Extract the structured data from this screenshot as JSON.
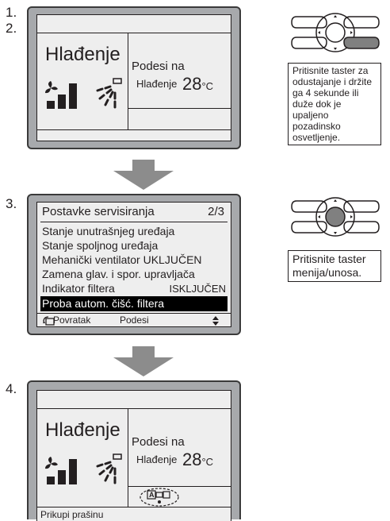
{
  "steps": [
    "1.",
    "2.",
    "3.",
    "4."
  ],
  "panel1": {
    "mode": "Hlađenje",
    "set_label": "Podesi na",
    "set_mode": "Hlađenje",
    "temp": "28",
    "unit": "°C"
  },
  "note1": "Pritisnite taster za odustajanje i držite ga 4 sekunde ili duže dok je upaljeno pozadinsko osvetljenje.",
  "panel3": {
    "title": "Postavke servisiranja",
    "page": "2/3",
    "items": [
      "Stanje unutrašnjeg uređaja",
      "Stanje spoljnog uređaja",
      "Mehanički ventilator UKLJUČEN",
      "Zamena glav. i spor. upravljača"
    ],
    "filter_label": "Indikator filtera",
    "filter_value": "ISKLJUČEN",
    "selected_item": "Proba autom. čišć. filtera",
    "back_label": "Povratak",
    "set_label": "Podesi"
  },
  "note3": "Pritisnite taster menija/unosa.",
  "panel4": {
    "mode": "Hlađenje",
    "set_label": "Podesi na",
    "set_mode": "Hlađenje",
    "temp": "28",
    "unit": "°C",
    "status": "Prikupi prašinu",
    "filter_icon_letter": "A"
  },
  "colors": {
    "panel_gray": "#a7a9ac",
    "screen": "#eeeeee",
    "arrow_gray": "#8c8c8c",
    "highlight": "#000000",
    "button_active": "#808080"
  }
}
